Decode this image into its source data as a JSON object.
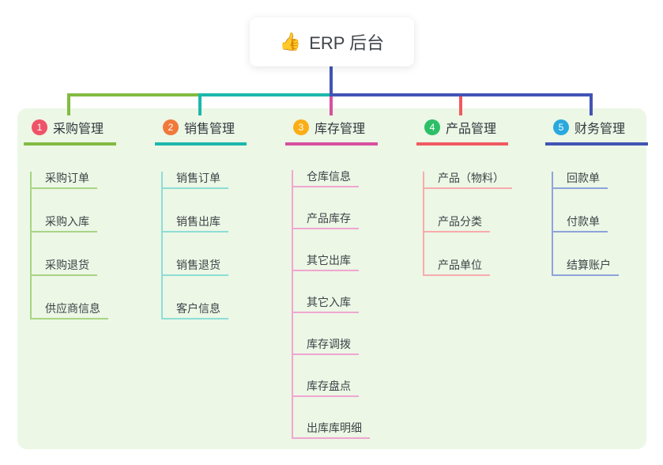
{
  "root": {
    "icon": "👍",
    "label": "ERP 后台",
    "line_color": "#4254b5"
  },
  "panel": {
    "bg": "#ecf7e6"
  },
  "branches": [
    {
      "badge": "1",
      "label": "采购管理",
      "badge_color": "#ef5368",
      "line_color": "#82bb41",
      "sub_line_color": "#a9d484",
      "items": [
        "采购订单",
        "采购入库",
        "采购退货",
        "供应商信息"
      ]
    },
    {
      "badge": "2",
      "label": "销售管理",
      "badge_color": "#f0793b",
      "line_color": "#1db8ac",
      "sub_line_color": "#8eded5",
      "items": [
        "销售订单",
        "销售出库",
        "销售退货",
        "客户信息"
      ]
    },
    {
      "badge": "3",
      "label": "库存管理",
      "badge_color": "#fbae17",
      "line_color": "#d8509f",
      "sub_line_color": "#f0a6d0",
      "items": [
        "仓库信息",
        "产品库存",
        "其它出库",
        "其它入库",
        "库存调拨",
        "库存盘点",
        "出库库明细"
      ]
    },
    {
      "badge": "4",
      "label": "产品管理",
      "badge_color": "#2cbf68",
      "line_color": "#f05a5f",
      "sub_line_color": "#f8abad",
      "items": [
        "产品（物料）",
        "产品分类",
        "产品单位"
      ]
    },
    {
      "badge": "5",
      "label": "财务管理",
      "badge_color": "#29a9dd",
      "line_color": "#4254b5",
      "sub_line_color": "#8fa3da",
      "items": [
        "回款单",
        "付款单",
        "结算账户"
      ]
    }
  ]
}
